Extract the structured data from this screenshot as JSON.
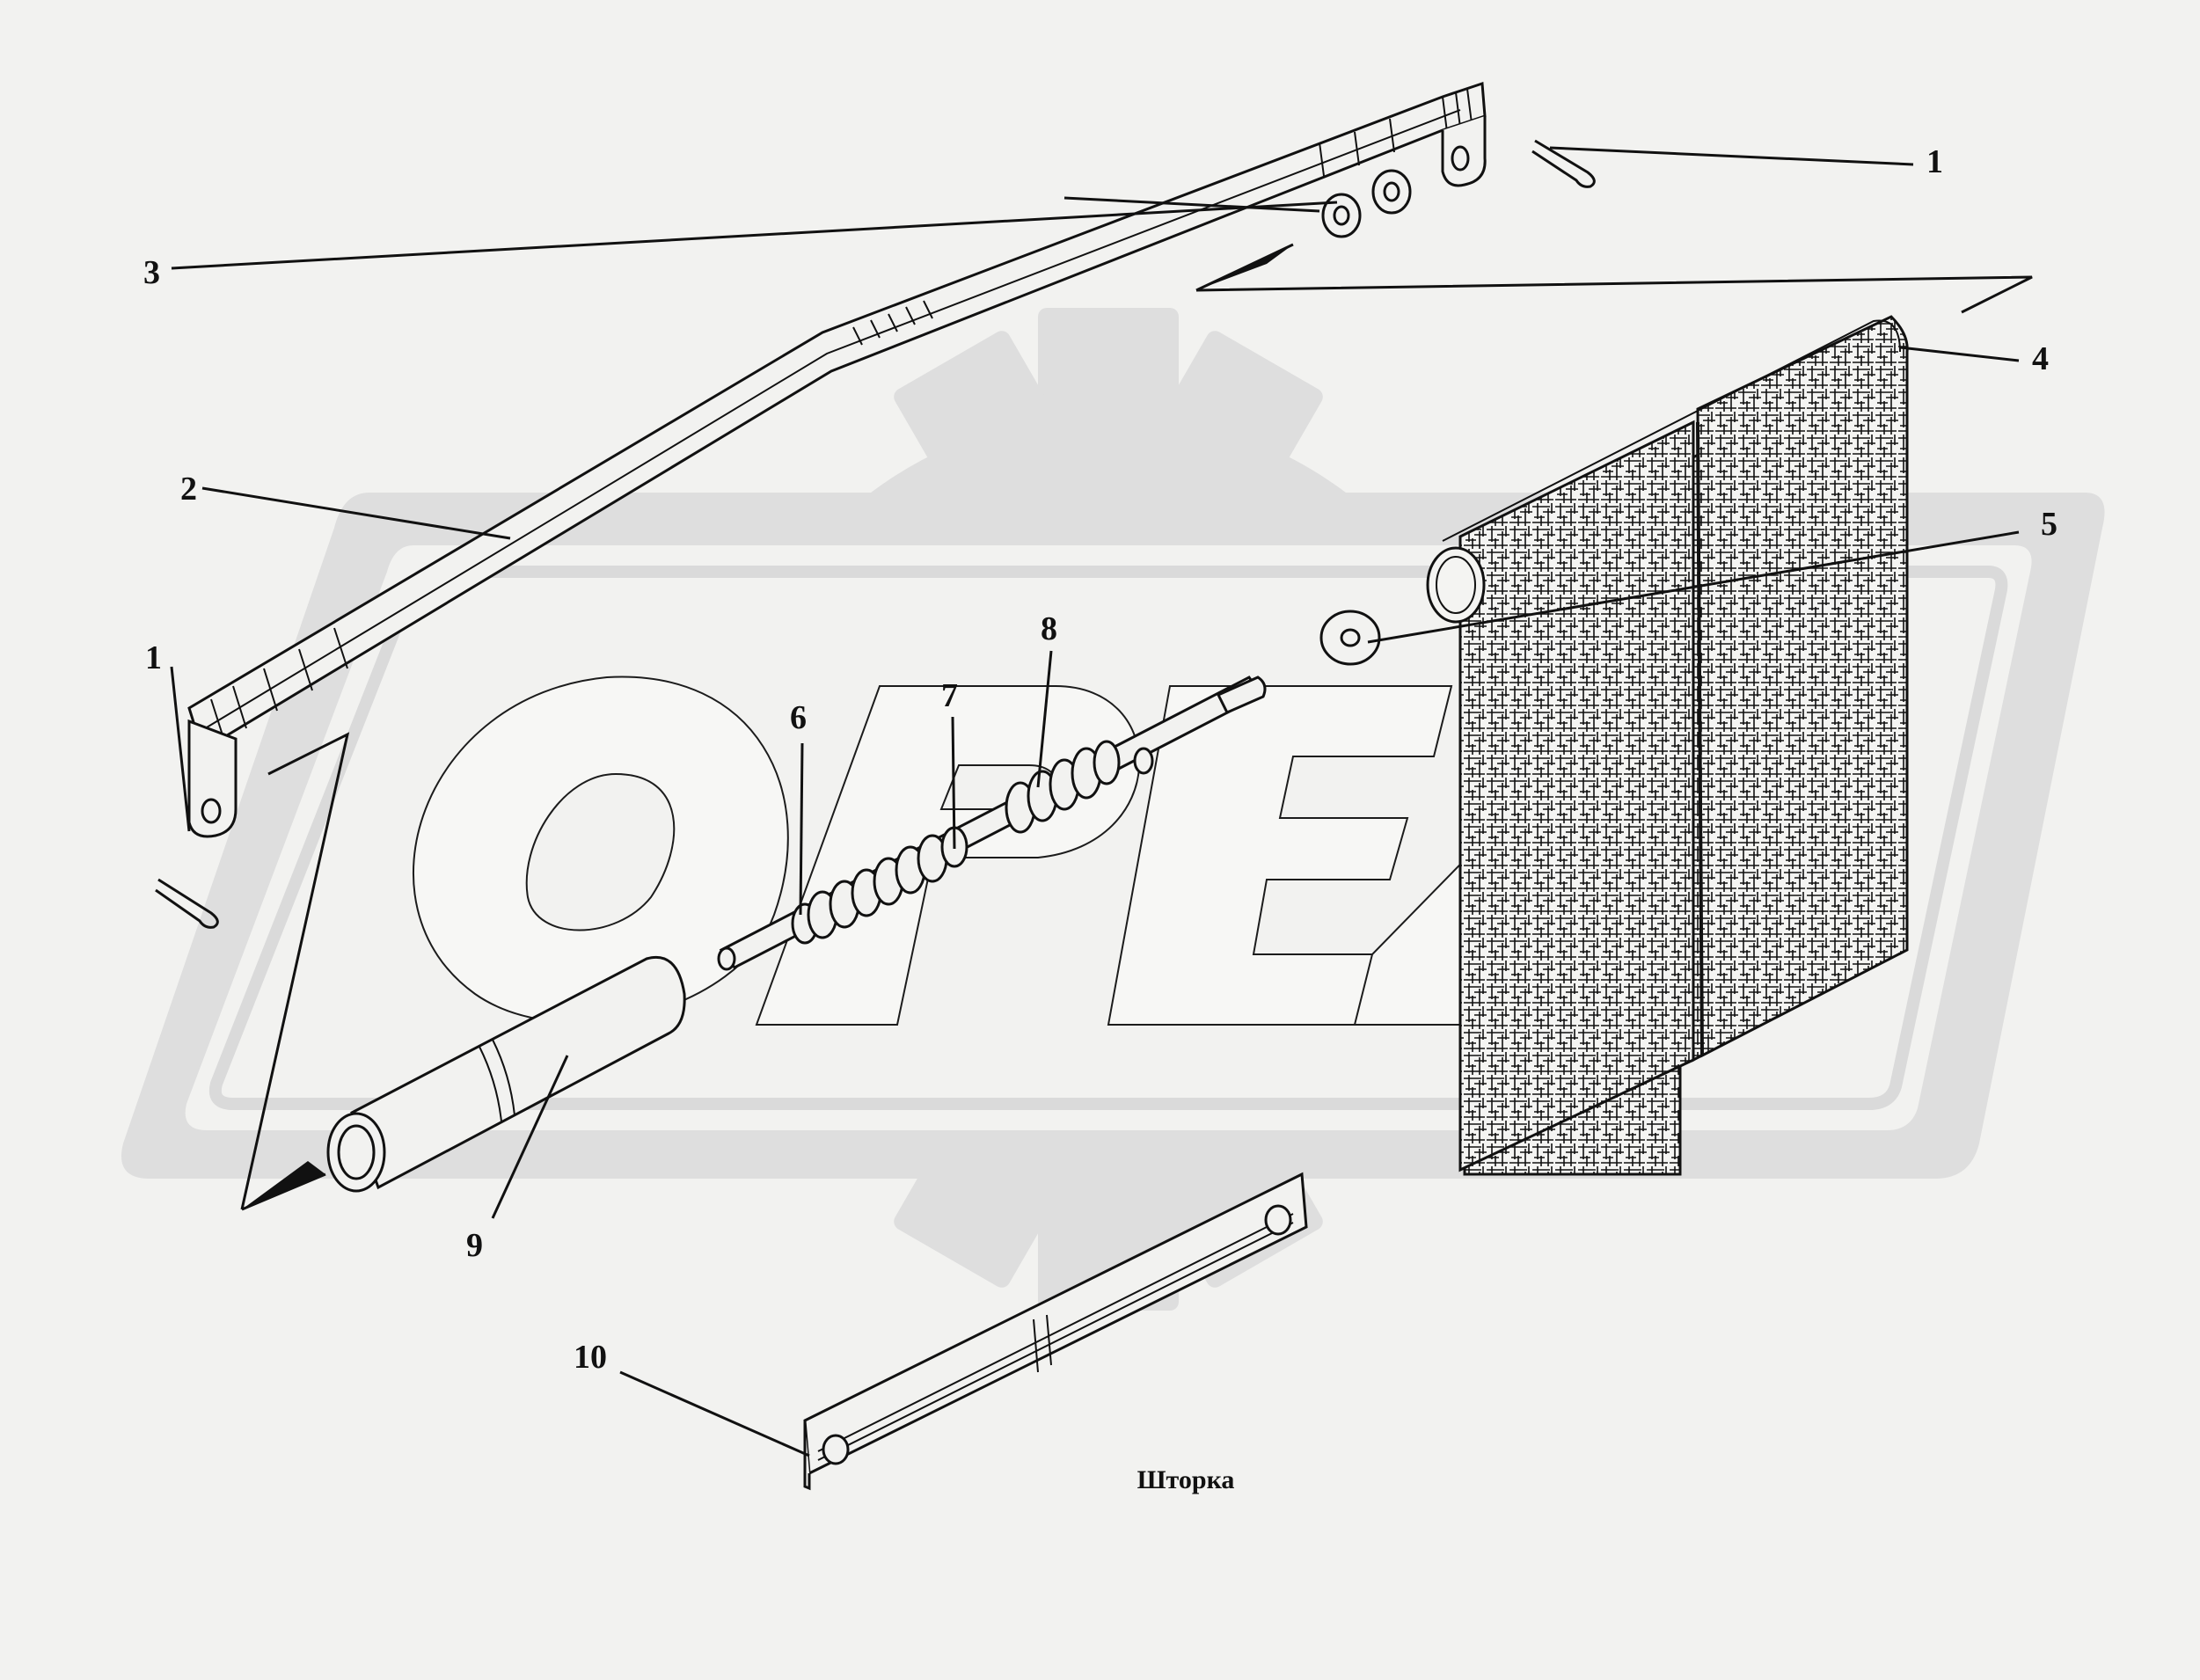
{
  "watermark": {
    "text": "OPEZ",
    "color": "#dcdcdc"
  },
  "callouts": [
    {
      "id": "c1a",
      "label": "1"
    },
    {
      "id": "c1b",
      "label": "1"
    },
    {
      "id": "c2",
      "label": "2"
    },
    {
      "id": "c3",
      "label": "3"
    },
    {
      "id": "c4",
      "label": "4"
    },
    {
      "id": "c5",
      "label": "5"
    },
    {
      "id": "c6",
      "label": "6"
    },
    {
      "id": "c7",
      "label": "7"
    },
    {
      "id": "c8",
      "label": "8"
    },
    {
      "id": "c9",
      "label": "9"
    },
    {
      "id": "c10",
      "label": "10"
    }
  ],
  "caption": "Шторка"
}
